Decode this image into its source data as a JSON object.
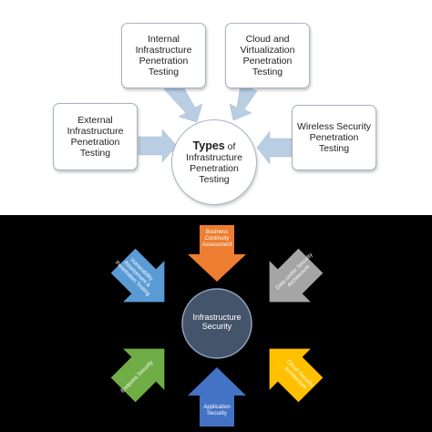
{
  "top_diagram": {
    "center": {
      "title_bold": "Types",
      "title_rest": " of",
      "line2": "Infrastructure",
      "line3": "Penetration",
      "line4": "Testing"
    },
    "nodes": [
      {
        "id": "internal",
        "text": "Internal\nInfrastructure\nPenetration\nTesting"
      },
      {
        "id": "cloud",
        "text": "Cloud and\nVirtualization\nPenetration\nTesting"
      },
      {
        "id": "external",
        "text": "External\nInfrastructure\nPenetration\nTesting"
      },
      {
        "id": "wireless",
        "text": "Wireless Security\nPenetration\nTesting"
      }
    ],
    "arrow_color": "#b9cde3"
  },
  "bottom_diagram": {
    "center_text": "Infrastructure\nSecurity",
    "center_color": "#44546a",
    "arrows": [
      {
        "id": "business-continuity",
        "label": "Business\nContinuity\nAssessment",
        "color": "#ed7d31"
      },
      {
        "id": "data-center",
        "label": "Data center Security\nArchitecture",
        "color": "#a5a5a5"
      },
      {
        "id": "cloud-security",
        "label": "Cloud Security\nArchitecture",
        "color": "#ffc000"
      },
      {
        "id": "application-security",
        "label": "Application\nSecurity",
        "color": "#4472c4"
      },
      {
        "id": "endpoint-security",
        "label": "Endpoint Security",
        "color": "#70ad47"
      },
      {
        "id": "vulnerability",
        "label": "Vulnerability\nAssessment &\nPenetration Testing",
        "color": "#5b9bd5"
      }
    ]
  }
}
